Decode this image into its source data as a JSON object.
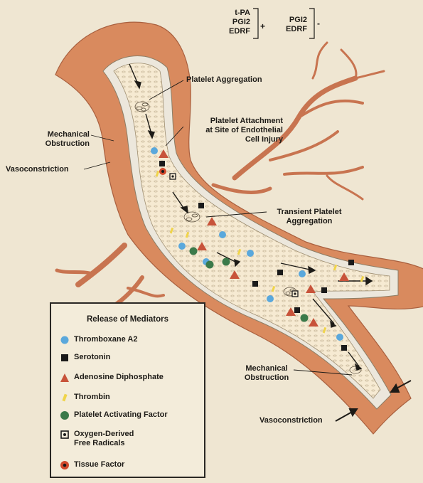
{
  "top_labels": {
    "enhancers": [
      "t-PA",
      "PGI2",
      "EDRF"
    ],
    "plus_sign": "+",
    "inhibitors": [
      "PGI2",
      "EDRF"
    ],
    "minus_sign": "-"
  },
  "labels": {
    "platelet_aggregation": "Platelet Aggregation",
    "platelet_attachment": "Platelet Attachment\nat Site of Endothelial\nCell Injury",
    "mechanical_obstruction_left": "Mechanical\nObstruction",
    "vasoconstriction_left": "Vasoconstriction",
    "transient_platelet_aggregation": "Transient Platelet\nAggregation",
    "mechanical_obstruction_right": "Mechanical\nObstruction",
    "vasoconstriction_right": "Vasoconstriction"
  },
  "legend": {
    "title": "Release of Mediators",
    "items": [
      {
        "label": "Thromboxane A2",
        "symbol": "blue-circle",
        "color": "#5aa8dc"
      },
      {
        "label": "Serotonin",
        "symbol": "black-square",
        "color": "#1a1a1a"
      },
      {
        "label": "Adenosine Diphosphate",
        "symbol": "red-triangle",
        "color": "#c8533a"
      },
      {
        "label": "Thrombin",
        "symbol": "yellow-tick",
        "color": "#f0d44a"
      },
      {
        "label": "Platelet Activating Factor",
        "symbol": "green-circle",
        "color": "#3b7a4a"
      },
      {
        "label": "Oxygen-Derived\nFree Radicals",
        "symbol": "dotted-square",
        "color": "#1a1a1a"
      },
      {
        "label": "Tissue Factor",
        "symbol": "red-ringed-dot",
        "color": "#d24a2c"
      }
    ]
  },
  "colors": {
    "background": "#efe6d2",
    "vessel_wall": "#d98a5e",
    "vessel_wall_dark": "#b86a45",
    "lumen": "#f6ead2",
    "lining": "#ece7dc"
  }
}
